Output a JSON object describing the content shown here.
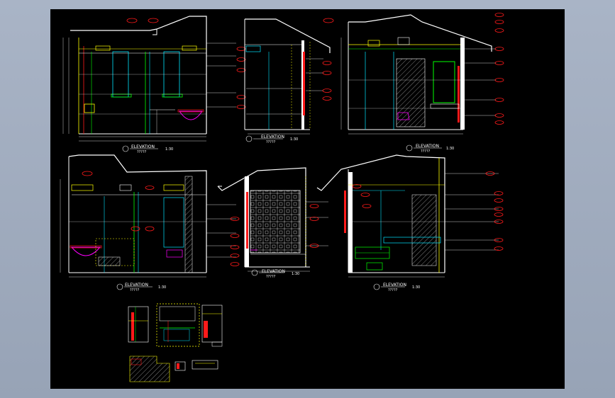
{
  "colors": {
    "background": "#000000",
    "frame": "#a9b4c6",
    "wall": "#ffffff",
    "red": "#ff1a1a",
    "yellow": "#ffff00",
    "cyan": "#00e5ff",
    "green": "#00ff00",
    "magenta": "#ff00ff"
  },
  "elevations": [
    {
      "title": "ELEVATION",
      "subtitle": "?????",
      "scale": "1:30"
    },
    {
      "title": "ELEVATION",
      "subtitle": "?????",
      "scale": "1:30"
    },
    {
      "title": "ELEVATION",
      "subtitle": "?????",
      "scale": "1:30"
    },
    {
      "title": "ELEVATION",
      "subtitle": "?????",
      "scale": "1:30"
    },
    {
      "title": "ELEVATION",
      "subtitle": "?????",
      "scale": "1:30"
    },
    {
      "title": "ELEVATION",
      "subtitle": "?????",
      "scale": "1:30"
    }
  ]
}
